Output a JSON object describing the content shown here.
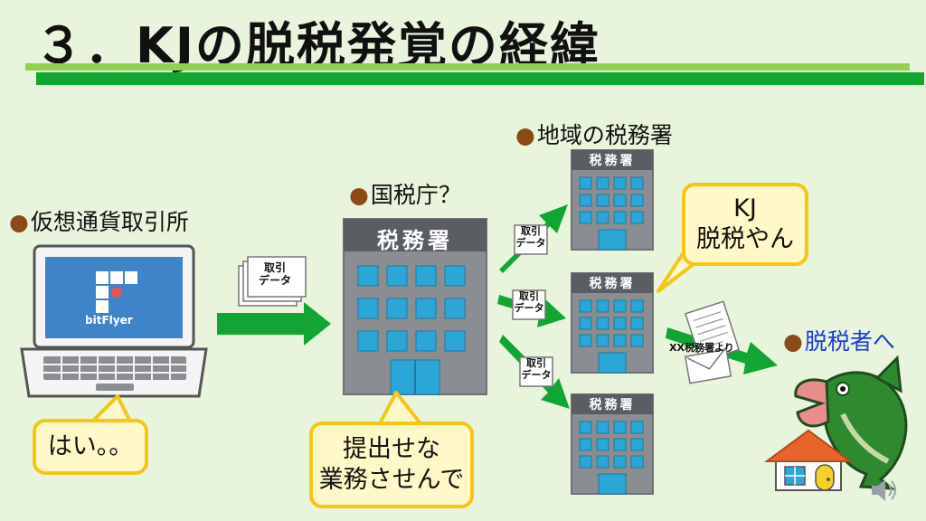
{
  "slide": {
    "title": "３．KJの脱税発覚の経緯"
  },
  "labels": {
    "exchange": "仮想通貨取引所",
    "nta": "国税庁？",
    "local_offices": "地域の税務署",
    "evader": "脱税者へ"
  },
  "exchange_screen": {
    "brand": "bitFlyer"
  },
  "buildings": {
    "sign_text": "税務署"
  },
  "bubbles": {
    "exchange_reply": "はい。。",
    "nta_request": "提出せな\n業務させんで",
    "office_note": "KJ\n脱税やん"
  },
  "documents": {
    "trade_data": "取引\nデータ",
    "letter": "XX税務署より"
  },
  "colors": {
    "background": "#e8f4dc",
    "arrow_green": "#12a534",
    "title_bar_light": "#92d050",
    "bubble_border": "#f5c518",
    "bubble_fill": "#fff8c8",
    "building_gray": "#8a8d92",
    "window_blue": "#2aa7d6",
    "label_dot": "#8b4a17",
    "evader_text": "#1a3ed6"
  },
  "icons": {
    "laptop": "laptop-icon",
    "building": "tax-office-building-icon",
    "fish": "fish-icon",
    "house": "house-icon",
    "speaker": "speaker-icon"
  }
}
